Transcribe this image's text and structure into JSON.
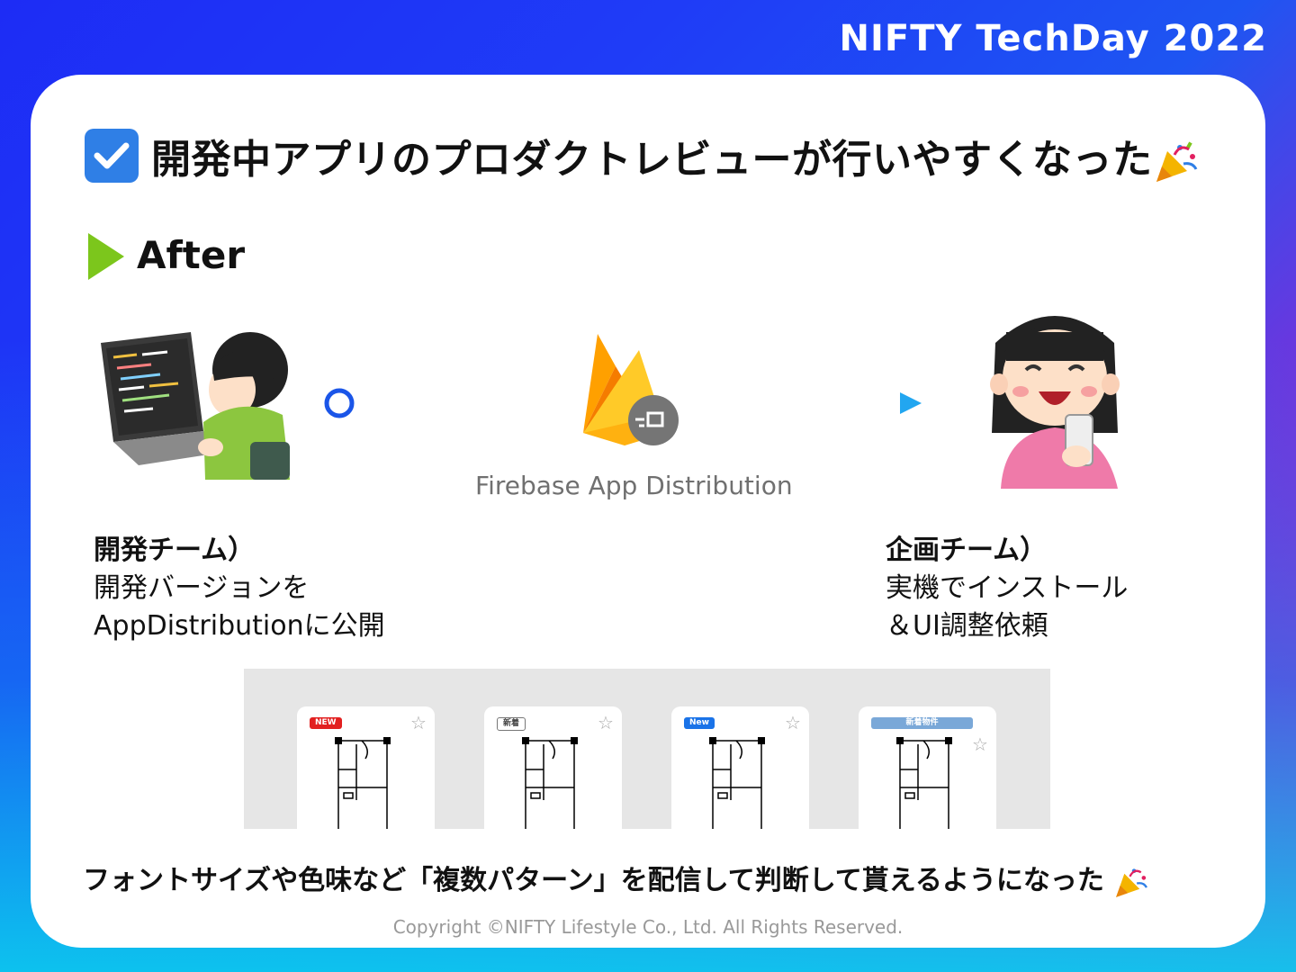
{
  "brand": "NIFTY TechDay 2022",
  "title": "開発中アプリのプロダクトレビューが行いやすくなった",
  "section_label": "After",
  "firebase_label": "Firebase App Distribution",
  "dev_team": {
    "heading": "開発チーム）",
    "line1": "開発バージョンを",
    "line2": "AppDistributionに公開"
  },
  "plan_team": {
    "heading": "企画チーム）",
    "line1": "実機でインストール",
    "line2": "＆UI調整依頼"
  },
  "screens": [
    {
      "badge": "NEW",
      "style": "red"
    },
    {
      "badge": "新着",
      "style": "outline"
    },
    {
      "badge": "New",
      "style": "blue"
    },
    {
      "badge": "新着物件",
      "style": "wide"
    }
  ],
  "bottom_message": "フォントサイズや色味など「複数パターン」を配信して判断して貰えるようになった",
  "copyright": "Copyright ©NIFTY Lifestyle Co., Ltd. All Rights Reserved.",
  "icons": {
    "check": "checkbox-icon",
    "party": "party-popper-icon",
    "play": "play-triangle-icon",
    "star": "☆"
  },
  "colors": {
    "accent_blue": "#2f7fe6",
    "play_green": "#7cc61c",
    "arrow_blue": "#1a6ff0"
  }
}
